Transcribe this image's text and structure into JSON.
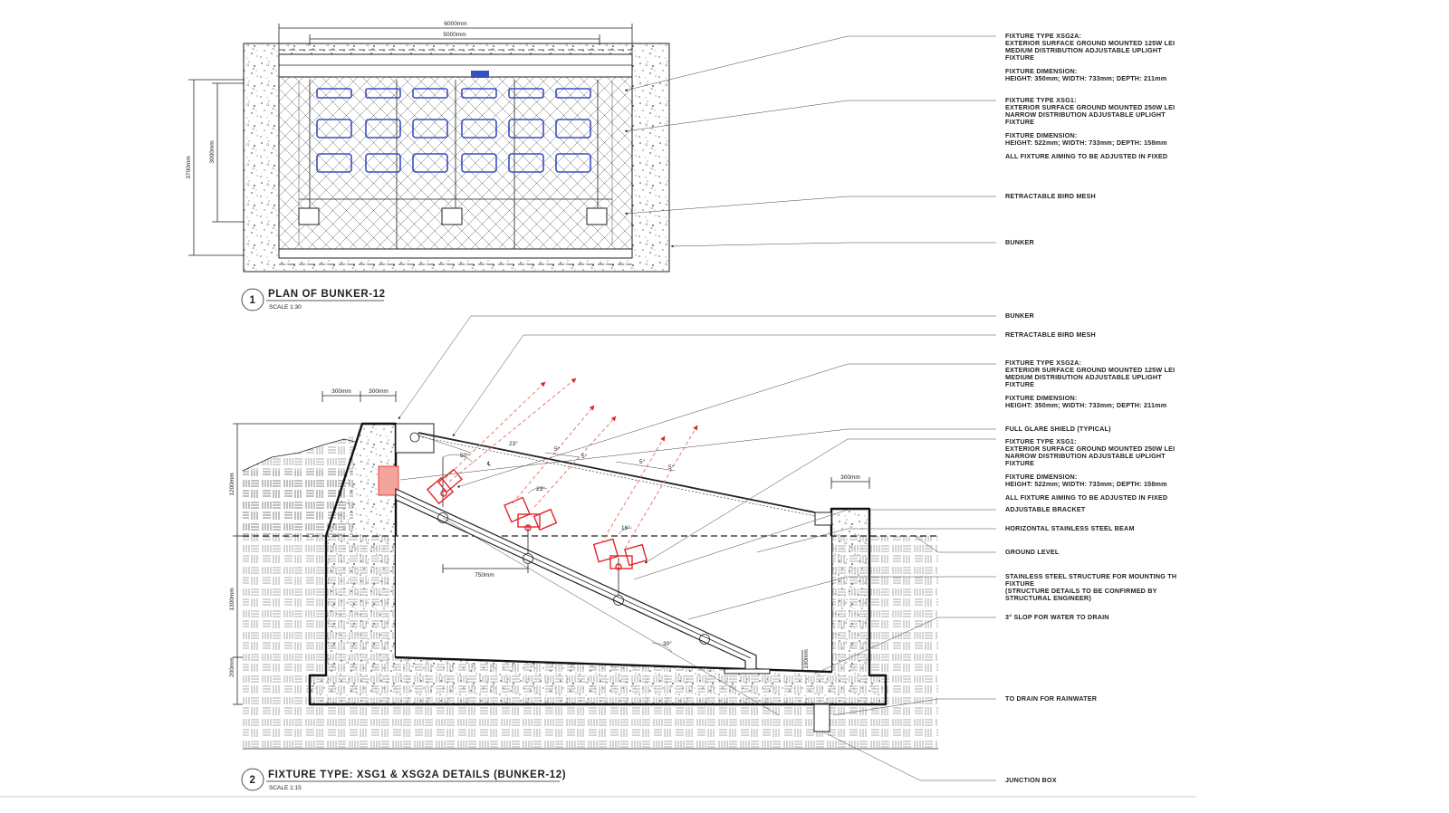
{
  "plan": {
    "dim_overall_width": "6000mm",
    "dim_inner_width": "5000mm",
    "dim_overall_height": "3700mm",
    "dim_inner_height": "3000mm",
    "title_number": "1",
    "title": "PLAN OF BUNKER-12",
    "scale": "SCALE 1:30",
    "notes": [
      {
        "lines": [
          "FIXTURE TYPE XSG2A:",
          "EXTERIOR SURFACE GROUND MOUNTED 125W LEI",
          "MEDIUM DISTRIBUTION ADJUSTABLE UPLIGHT",
          "FIXTURE",
          "",
          "FIXTURE DIMENSION:",
          "HEIGHT: 350mm; WIDTH: 733mm; DEPTH: 211mm"
        ]
      },
      {
        "lines": [
          "FIXTURE TYPE XSG1:",
          "EXTERIOR SURFACE GROUND MOUNTED 250W LEI",
          "NARROW DISTRIBUTION ADJUSTABLE UPLIGHT",
          "FIXTURE",
          "",
          "FIXTURE DIMENSION:",
          "HEIGHT: 522mm; WIDTH: 733mm; DEPTH: 158mm",
          "",
          "ALL FIXTURE AIMING TO BE ADJUSTED IN FIXED"
        ]
      },
      {
        "lines": [
          "RETRACTABLE BIRD MESH"
        ]
      },
      {
        "lines": [
          "BUNKER"
        ]
      }
    ]
  },
  "section": {
    "dim_top_left_a": "300mm",
    "dim_top_left_b": "300mm",
    "dim_top_right": "300mm",
    "dim_left_upper": "1200mm",
    "dim_left_middle": "1300mm",
    "dim_left_lower": "200mm",
    "dim_offset": "750mm",
    "dim_drain": "100mm",
    "angle_50": "50°",
    "angle_23a": "23°",
    "angle_23b": "23°",
    "angle_16": "16°",
    "angle_30": "30°",
    "angle_5a": "5°",
    "angle_5b": "5°",
    "angle_5c": "5°",
    "angle_5d": "5°",
    "centerline": "℄",
    "title_number": "2",
    "title": "FIXTURE TYPE: XSG1 & XSG2A DETAILS (BUNKER-12)",
    "scale": "SCALE 1:15",
    "notes": [
      {
        "lines": [
          "BUNKER"
        ]
      },
      {
        "lines": [
          "RETRACTABLE BIRD MESH"
        ]
      },
      {
        "lines": [
          "FIXTURE TYPE XSG2A:",
          "EXTERIOR SURFACE GROUND MOUNTED 125W LEI",
          "MEDIUM DISTRIBUTION ADJUSTABLE UPLIGHT",
          "FIXTURE",
          "",
          "FIXTURE DIMENSION:",
          "HEIGHT: 350mm; WIDTH: 733mm; DEPTH: 211mm"
        ]
      },
      {
        "lines": [
          "FULL GLARE SHIELD (TYPICAL)"
        ]
      },
      {
        "lines": [
          "FIXTURE TYPE XSG1:",
          "EXTERIOR SURFACE GROUND MOUNTED 250W LEI",
          "NARROW DISTRIBUTION ADJUSTABLE UPLIGHT",
          "FIXTURE",
          "",
          "FIXTURE DIMENSION:",
          "HEIGHT: 522mm; WIDTH: 733mm; DEPTH: 158mm",
          "",
          "ALL FIXTURE AIMING TO BE ADJUSTED IN FIXED"
        ]
      },
      {
        "lines": [
          "ADJUSTABLE BRACKET"
        ]
      },
      {
        "lines": [
          "HORIZONTAL STAINLESS STEEL BEAM"
        ]
      },
      {
        "lines": [
          "GROUND LEVEL"
        ]
      },
      {
        "lines": [
          "STAINLESS STEEL STRUCTURE FOR MOUNTING TH",
          "FIXTURE",
          "(STRUCTURE DETAILS TO BE CONFIRMED BY",
          "STRUCTURAL ENGINEER)"
        ]
      },
      {
        "lines": [
          "3° SLOP FOR WATER TO DRAIN"
        ]
      },
      {
        "lines": [
          "TO DRAIN FOR RAINWATER"
        ]
      },
      {
        "lines": [
          "JUNCTION BOX"
        ]
      }
    ]
  },
  "colors": {
    "ink": "#222222",
    "fixture_red": "#e0242a",
    "fixture_blue": "#3a4fc0",
    "glare_fill": "#f4a49a"
  }
}
